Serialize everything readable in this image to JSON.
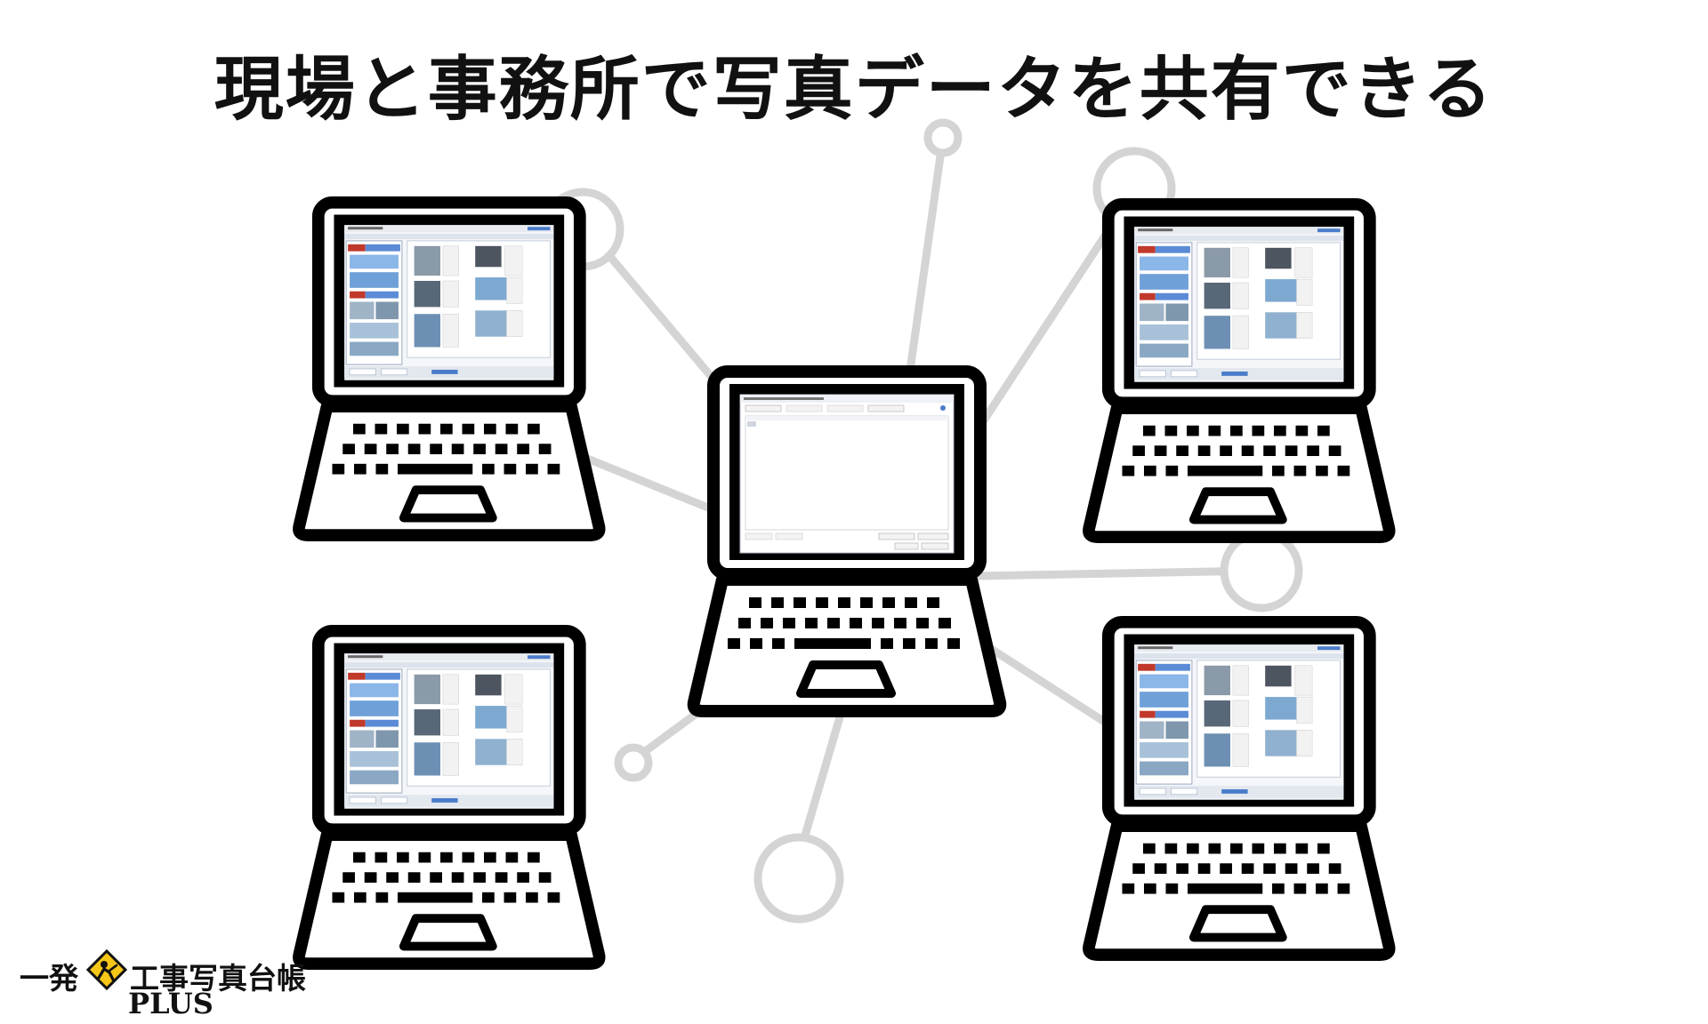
{
  "title": "現場と事務所で写真データを共有できる",
  "logo": {
    "text_left": "一発",
    "text_right": "工事写真台帳",
    "suffix": "PLUS",
    "mark_color": "#f5c518"
  },
  "colors": {
    "outline": "#000000",
    "network": "#d4d4d4",
    "screen_bg": "#ffffff",
    "panel_blue": "#5b8bd6"
  },
  "nodes": [
    "laptop-top-left",
    "laptop-top-right",
    "laptop-center",
    "laptop-bottom-left",
    "laptop-bottom-right"
  ]
}
